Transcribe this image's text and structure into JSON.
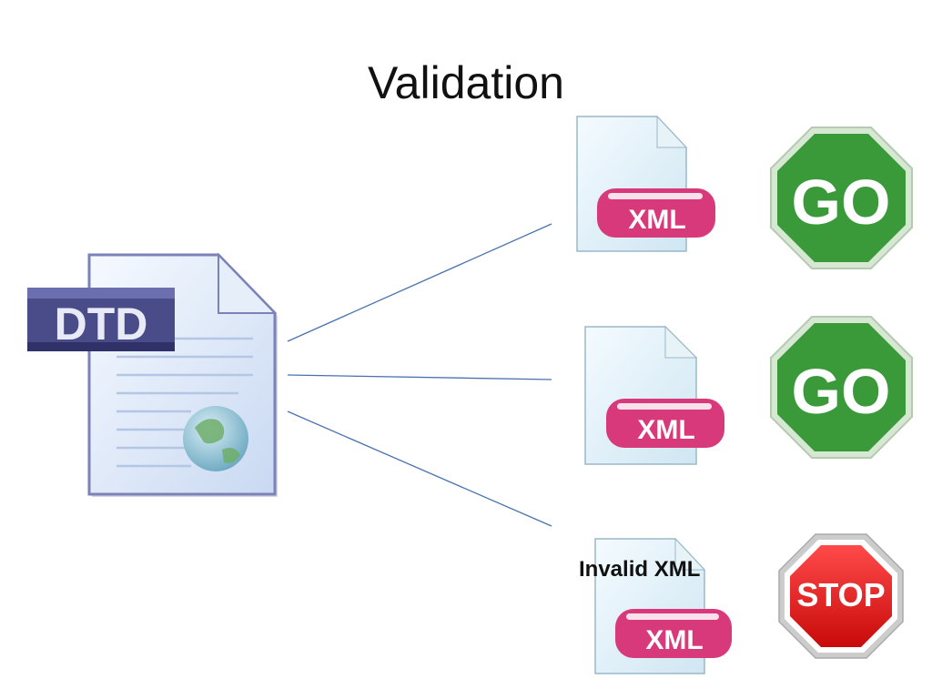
{
  "slide": {
    "title": "Validation"
  },
  "source_document": {
    "label": "DTD",
    "icon": "dtd-document-icon"
  },
  "targets": [
    {
      "doc_label": "XML",
      "doc_icon": "xml-document-icon",
      "sign_label": "GO",
      "sign_icon": "go-sign-icon",
      "sign_color": "#3a9a3a"
    },
    {
      "doc_label": "XML",
      "doc_icon": "xml-document-icon",
      "sign_label": "GO",
      "sign_icon": "go-sign-icon",
      "sign_color": "#3a9a3a"
    },
    {
      "doc_label": "XML",
      "doc_icon": "xml-document-icon",
      "caption": "Invalid XML",
      "sign_label": "STOP",
      "sign_icon": "stop-sign-icon",
      "sign_color": "#e01818"
    }
  ],
  "colors": {
    "connector": "#4a72b0",
    "xml_badge": "#d8397a",
    "dtd_badge": "#4a4c8a"
  }
}
